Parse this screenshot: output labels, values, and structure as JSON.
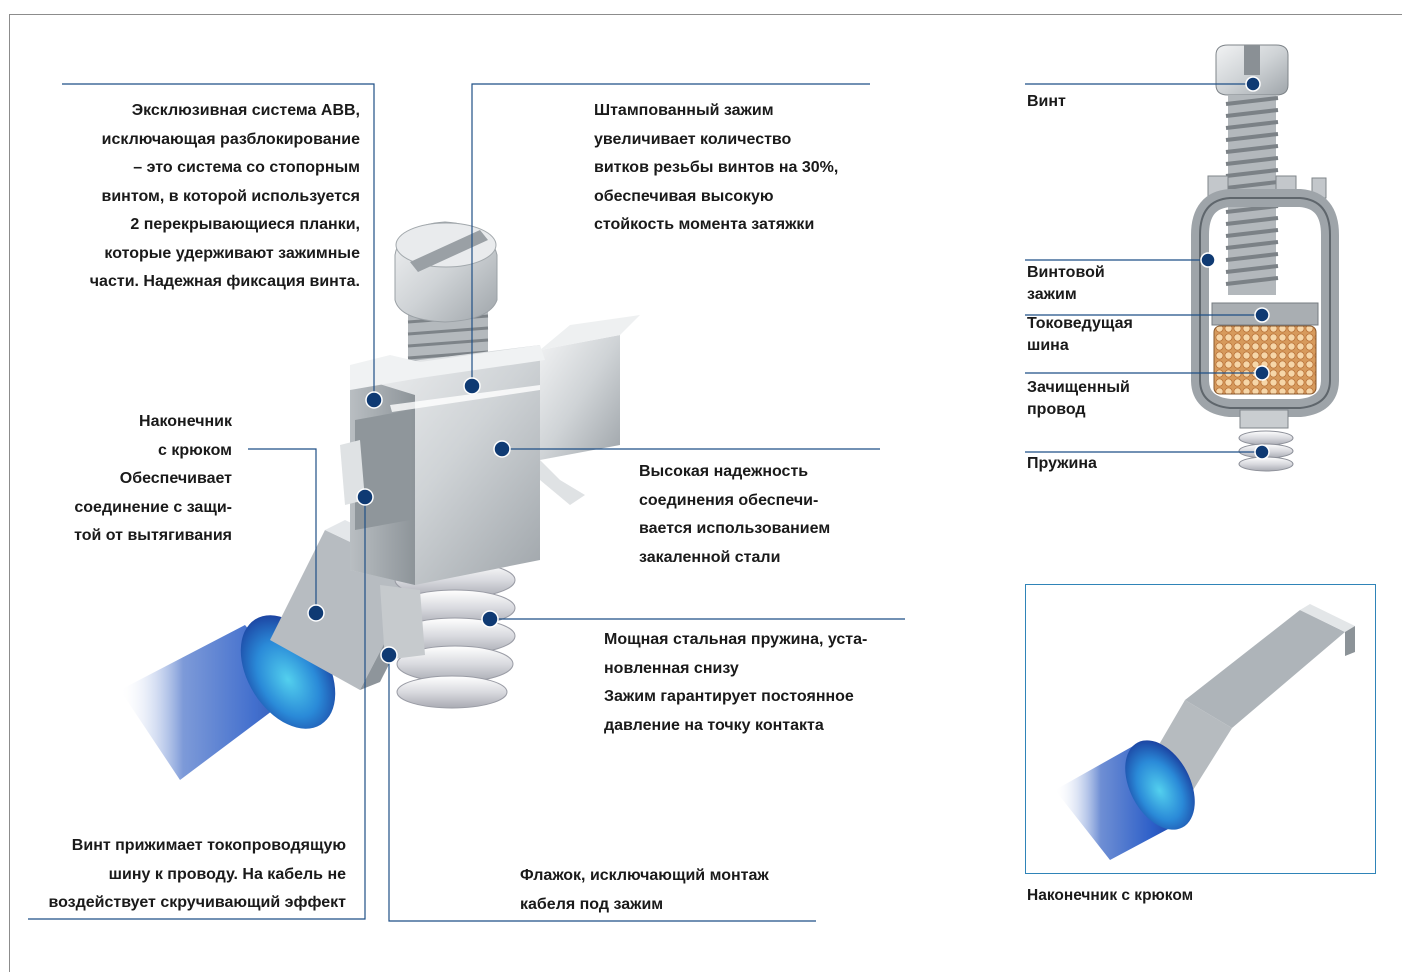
{
  "colors": {
    "leader_line": "#1f4f86",
    "dot": "#0f3a73",
    "frame": "#8c8c8c",
    "inset_border": "#2f84b8"
  },
  "callouts": {
    "anti_unlock": "Эксклюзивная система ABB,\nисключающая разблокирование\n– это система со стопорным\nвинтом, в которой используется\n2 перекрывающиеся планки,\nкоторые удерживают зажимные\nчасти. Надежная фиксация винта.",
    "stamped_clamp": "Штампованный зажим\nувеличивает количество\nвитков резьбы винтов на 30%,\nобеспечивая высокую\nстойкость момента затяжки",
    "hook_tip": "Наконечник\nс крюком\nОбеспечивает\nсоединение с защи-\nтой от вытягивания",
    "hardened_steel": "Высокая надежность\nсоединения обеспечи-\nвается использованием\nзакаленной стали",
    "spring": "Мощная стальная пружина, уста-\nновленная снизу\nЗажим гарантирует постоянное\nдавление на точку контакта",
    "screw_press": "Винт прижимает токопроводящую\nшину к проводу. На кабель не\nвоздействует скручивающий эффект",
    "flag": "Флажок, исключающий монтаж\nкабеля под зажим"
  },
  "section": {
    "screw": "Винт",
    "screw_clamp": "Винтовой\nзажим",
    "busbar": "Токоведущая\nшина",
    "stripped_wire": "Зачищенный\nпровод",
    "spring": "Пружина"
  },
  "inset": {
    "caption": "Наконечник с крюком"
  }
}
